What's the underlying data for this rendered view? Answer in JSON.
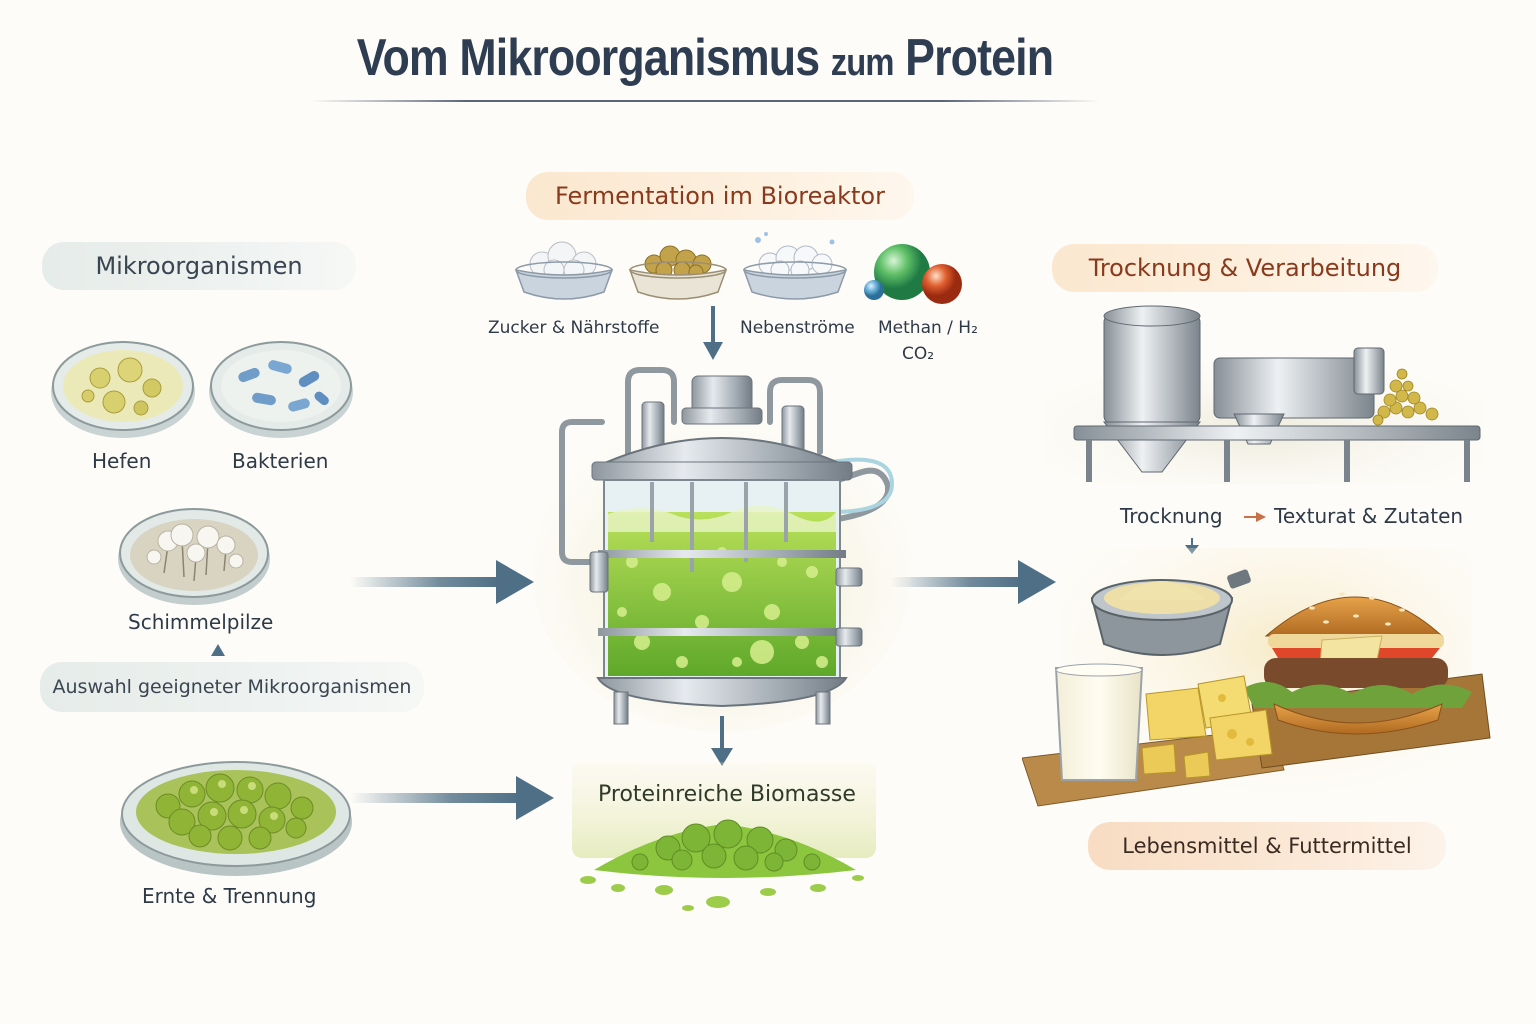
{
  "title": {
    "part1": "Vom Mikroorganismus",
    "part2": "zum",
    "part3": "Protein"
  },
  "left": {
    "header": "Mikroorganismen",
    "items": [
      "Hefen",
      "Bakterien",
      "Schimmelpilze"
    ],
    "selection": "Auswahl geeigneter Mikroorganismen",
    "harvest": "Ernte & Trennung"
  },
  "center": {
    "header": "Fermentation im Bioreaktor",
    "inputs": [
      {
        "label": "Zucker & Nährstoffe"
      },
      {
        "label": "Nebenströme"
      },
      {
        "label": "Methan / H₂",
        "label2": "CO₂"
      }
    ],
    "output": "Proteinreiche Biomasse"
  },
  "right": {
    "header": "Trocknung & Verarbeitung",
    "step1": "Trocknung",
    "step2": "Texturat & Zutaten",
    "footer": "Lebensmittel & Futtermittel"
  },
  "colors": {
    "arrow": "#4f6f86",
    "grey_pill": "#e6ece9",
    "peach_pill": "#fbe7cf",
    "header_orange": "#8a3a1c",
    "biomass_green": "#8cc63f",
    "title": "#2f3d52"
  }
}
